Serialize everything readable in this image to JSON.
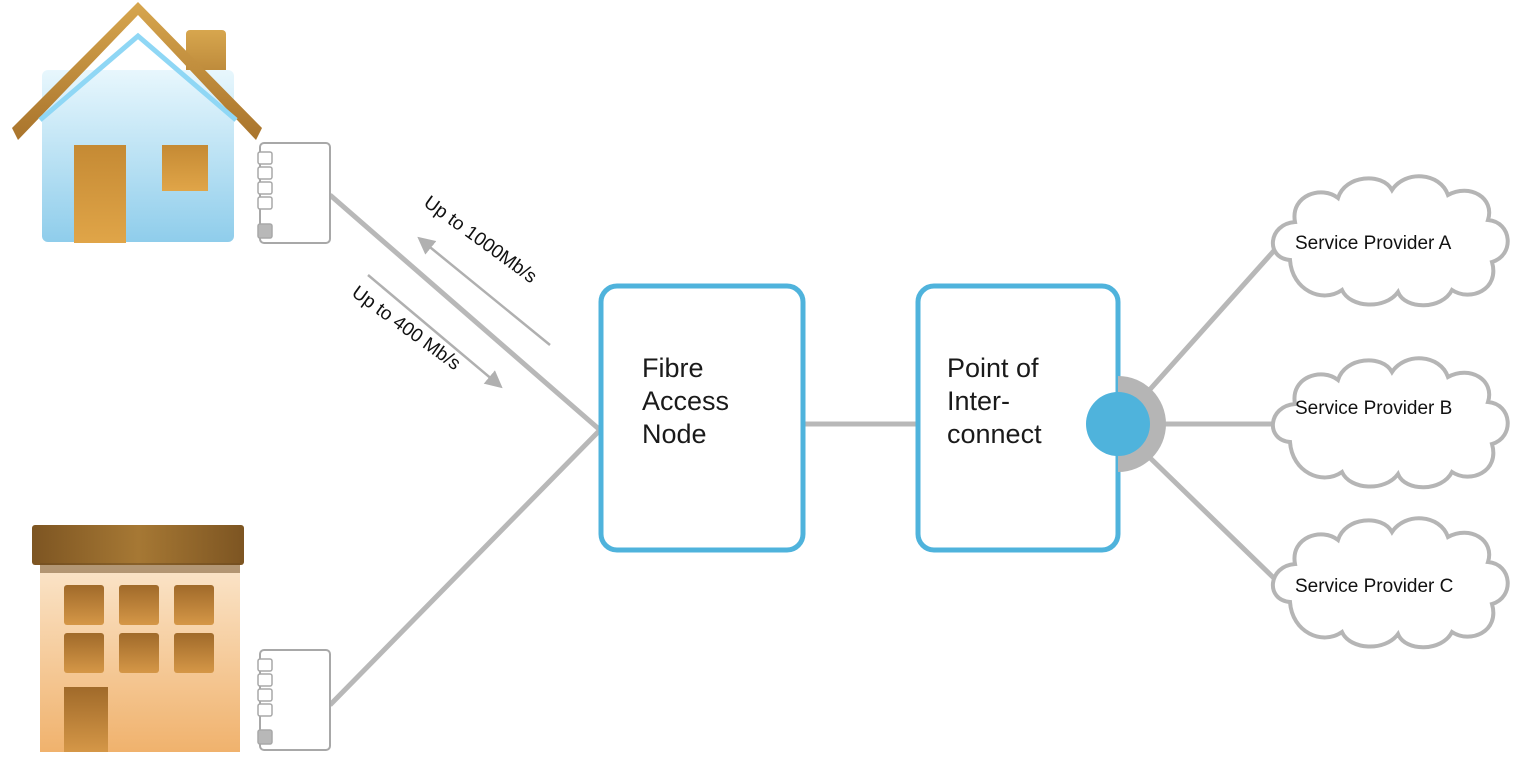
{
  "nodes": {
    "fibre_access_node": {
      "lines": [
        "Fibre",
        "Access",
        "Node"
      ]
    },
    "point_of_interconnect": {
      "lines": [
        "Point of",
        "Inter-",
        "connect"
      ]
    }
  },
  "speeds": {
    "upstream": "Up to 1000Mb/s",
    "downstream": "Up to 400 Mb/s"
  },
  "service_providers": [
    {
      "label": "Service Provider A"
    },
    {
      "label": "Service Provider B"
    },
    {
      "label": "Service Provider C"
    }
  ],
  "colors": {
    "node_border": "#4fb3dc",
    "connector_line": "#b8b8b8",
    "poi_dot": "#4fb3dc",
    "poi_ring": "#b5b5b5",
    "cloud_stroke": "#b5b5b5",
    "house_wall": "#9fd6f0",
    "house_roof": "#b9873a",
    "building_wall": "#f3c187",
    "building_top": "#8a6228"
  },
  "icons": [
    "house-icon",
    "apartment-building-icon",
    "network-terminal-icon",
    "cloud-icon"
  ]
}
